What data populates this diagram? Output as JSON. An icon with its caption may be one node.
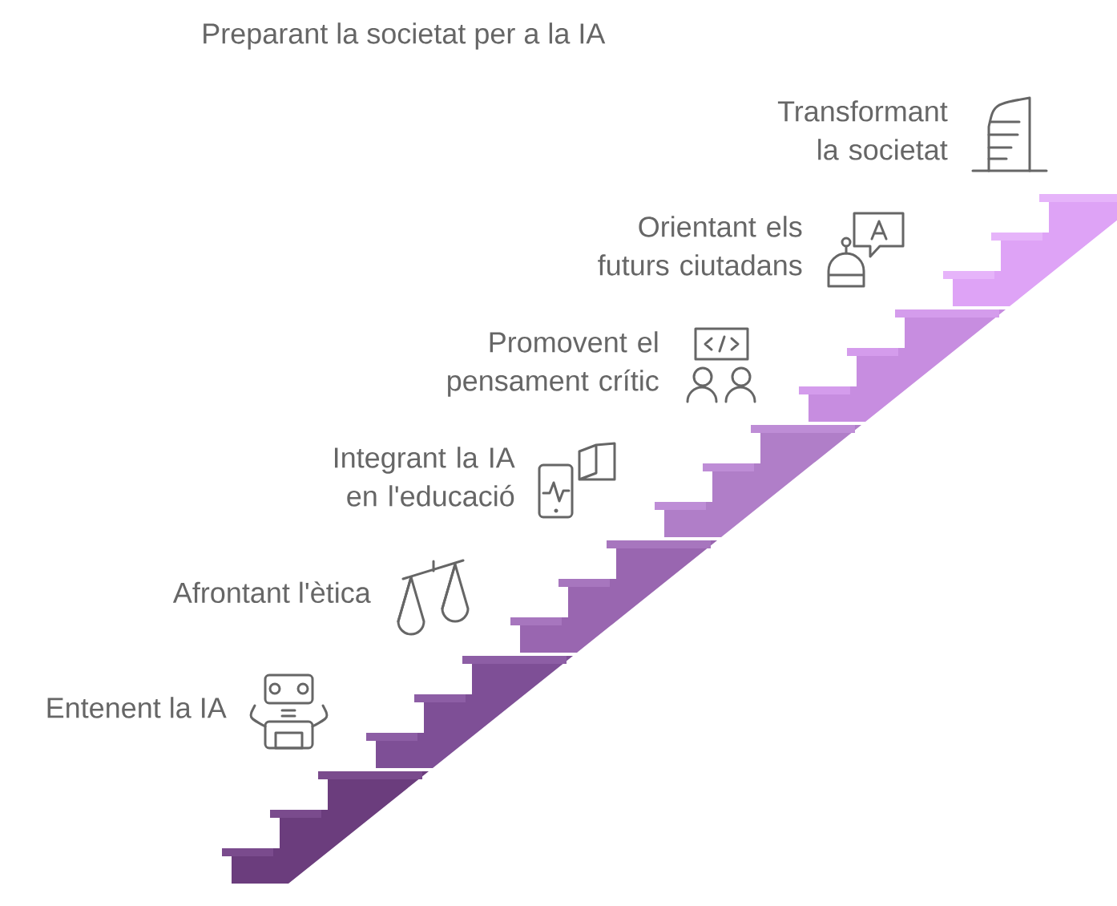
{
  "diagram": {
    "title": "Preparant la societat per a la IA",
    "labels": [
      "Transformant la societat",
      "Orientant els futurs ciutadans",
      "Promovent el pensament crític",
      "Integrant la IA en l'educació",
      "Afrontant l'ètica",
      "Entenent la IA"
    ]
  }
}
